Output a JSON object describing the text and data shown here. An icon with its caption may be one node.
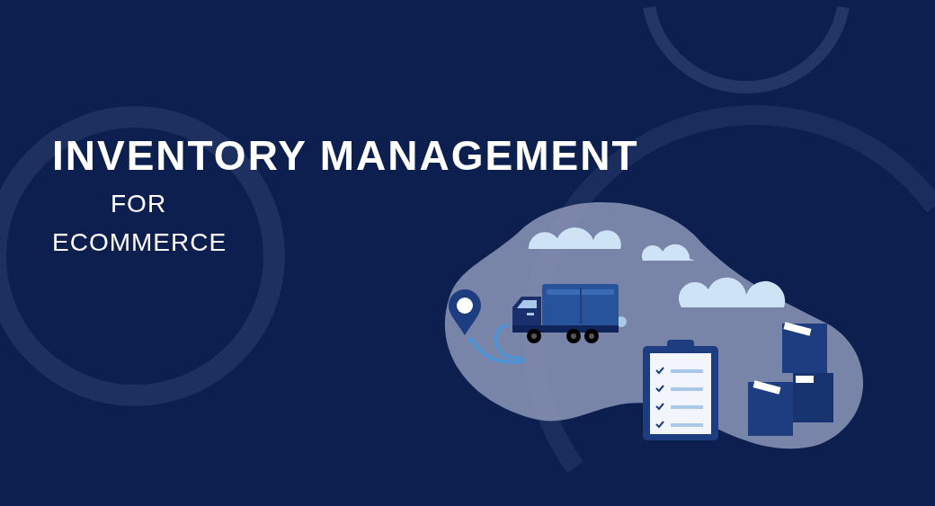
{
  "diagram": {
    "title": "INVENTORY MANAGEMENT",
    "nodes": [
      {
        "text": [],
        "shape": "picture"
      },
      {
        "text": [],
        "shape": "picture"
      }
    ],
    "edges": [
      {
        "from": 1,
        "to": 0,
        "arrow": "to"
      }
    ],
    "labels": [
      "FOR",
      "ECOMMERCE"
    ]
  }
}
